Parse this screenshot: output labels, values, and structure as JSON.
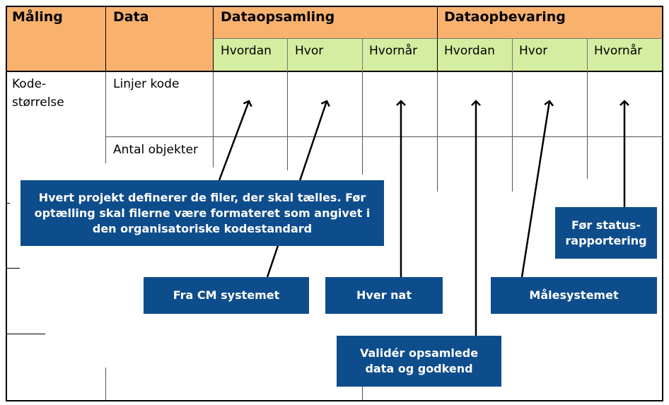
{
  "headers": {
    "maaling": "Måling",
    "data": "Data",
    "dataopsamling": "Dataopsamling",
    "dataopbevaring": "Dataopbevaring",
    "sub": [
      "Hvordan",
      "Hvor",
      "Hvornår",
      "Hvordan",
      "Hvor",
      "Hvornår"
    ]
  },
  "body": {
    "kode_line1": "Kode-",
    "kode_line2": "størrelse",
    "linjer_kode": "Linjer kode",
    "antal_objekter": "Antal objekter"
  },
  "callouts": {
    "projekt": "Hvert projekt definerer de filer, der skal tælles. Før optælling skal filerne være formateret som angivet i den organisatoriske kodestandard",
    "cm": "Fra CM systemet",
    "nat": "Hver nat",
    "validate": "Validér opsamlede data og godkend",
    "maale": "Målesystemet",
    "status": "Før status-rapportering"
  },
  "colors": {
    "header_orange": "#F9B26E",
    "header_green": "#D5EDA0",
    "callout_blue": "#0E4D8C"
  }
}
